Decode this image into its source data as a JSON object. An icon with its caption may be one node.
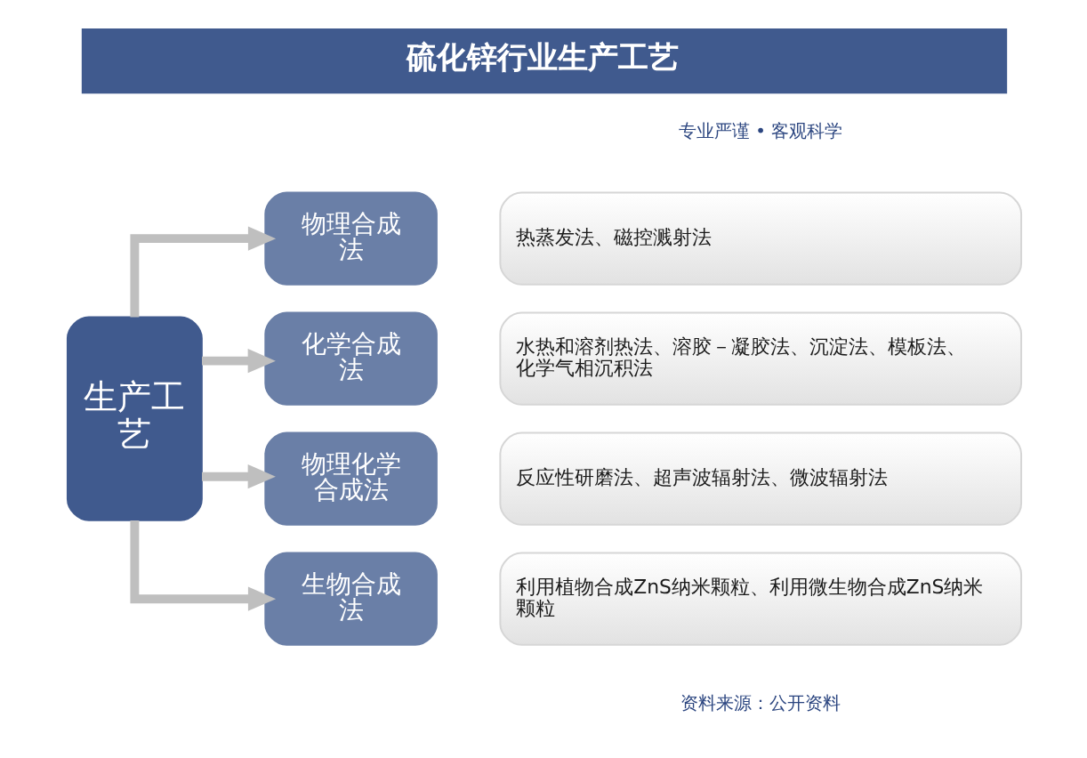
{
  "diagram": {
    "title": "硫化锌行业生产工艺",
    "nodes": [
      {
        "text": [
          "生产工艺"
        ]
      },
      {
        "text": [
          "物理合成法"
        ]
      },
      {
        "text": [
          "热蒸发法、磁控溅射法"
        ]
      },
      {
        "text": [
          "化学合成法"
        ]
      },
      {
        "text": [
          "水热和溶剂热法、溶胶－凝胶法、沉淀法、模板法、化学气相沉积法"
        ]
      },
      {
        "text": [
          "物理化学合成法"
        ]
      },
      {
        "text": [
          "反应性研磨法、超声波辐射法、微波辐射法"
        ]
      },
      {
        "text": [
          "生物合成法"
        ]
      },
      {
        "text": [
          "利用植物合成ZnS纳米颗粒、利用微生物合成ZnS纳米颗粒"
        ]
      }
    ],
    "edges": [
      {
        "from": 0,
        "to": 1,
        "arrow": "to"
      },
      {
        "from": 0,
        "to": 3,
        "arrow": "to"
      },
      {
        "from": 0,
        "to": 5,
        "arrow": "to"
      },
      {
        "from": 0,
        "to": 7,
        "arrow": "to"
      }
    ],
    "labels": [
      "专业严谨 • 客观科学",
      "资料来源：公开资料"
    ]
  }
}
